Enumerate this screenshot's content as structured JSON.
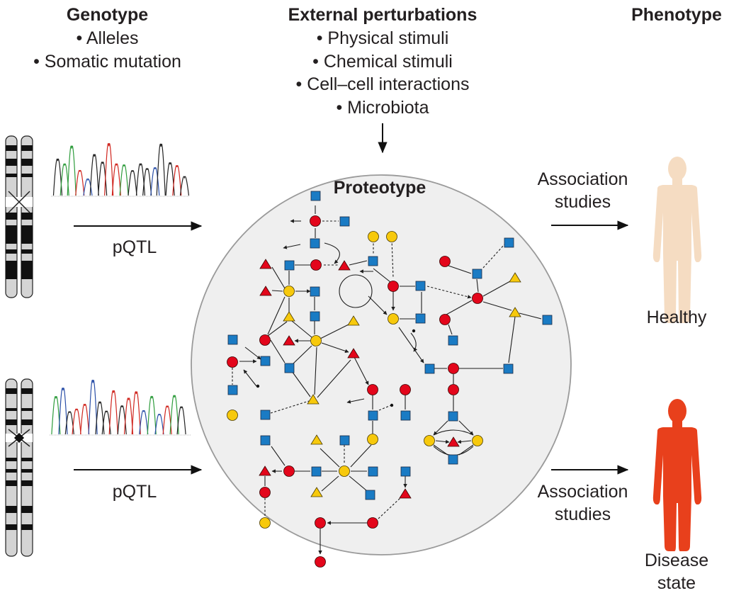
{
  "genotype": {
    "title": "Genotype",
    "items": [
      "• Alleles",
      "• Somatic mutation"
    ]
  },
  "perturbations": {
    "title": "External perturbations",
    "items": [
      "• Physical stimuli",
      "• Chemical stimuli",
      "• Cell–cell interactions",
      "• Microbiota"
    ]
  },
  "phenotype": {
    "title": "Phenotype"
  },
  "proteotype": {
    "title": "Proteotype"
  },
  "pqtl_top": "pQTL",
  "pqtl_bottom": "pQTL",
  "association_top": [
    "Association",
    "studies"
  ],
  "association_bottom": [
    "Association",
    "studies"
  ],
  "healthy_label": "Healthy",
  "disease_label": [
    "Disease",
    "state"
  ],
  "colors": {
    "protein_square": "#1a7bc4",
    "protein_circle_red": "#e3061b",
    "protein_circle_yellow": "#f7c90c",
    "healthy_figure": "#f5dcc2",
    "disease_figure": "#e8401c",
    "circle_fill": "#efefef"
  },
  "icons": [
    "chromosome-icon",
    "chromatogram-icon",
    "human-figure-icon",
    "arrow-icon"
  ]
}
